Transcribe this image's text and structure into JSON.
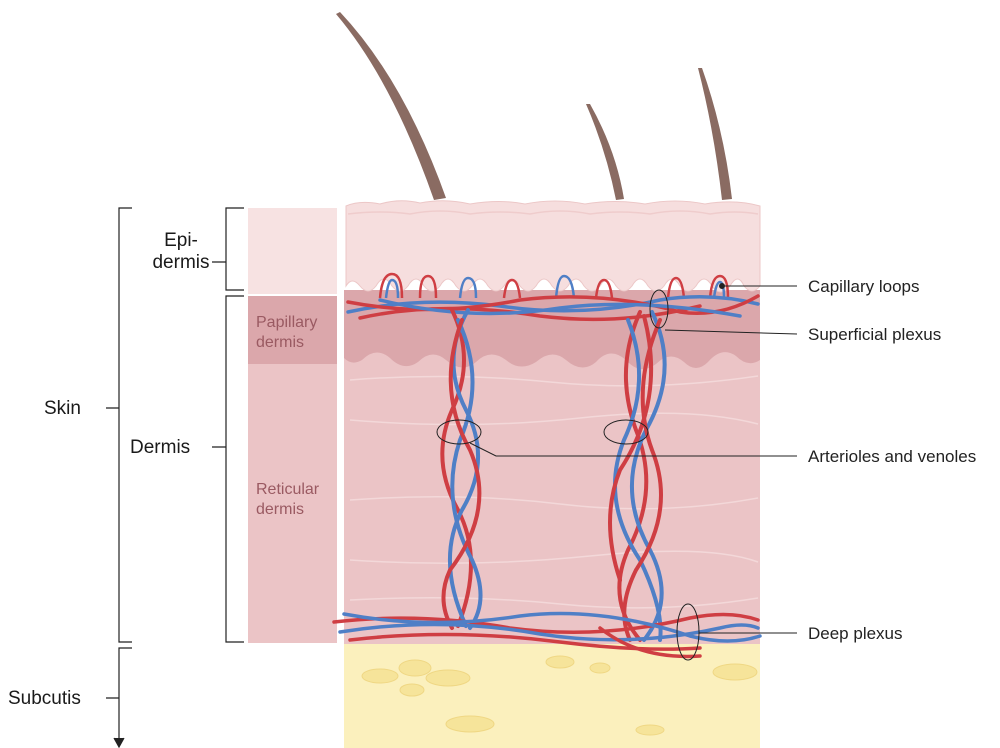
{
  "labels": {
    "epidermis_line1": "Epi-",
    "epidermis_line2": "dermis",
    "skin": "Skin",
    "dermis": "Dermis",
    "subcutis": "Subcutis",
    "papillary_line1": "Papillary",
    "papillary_line2": "dermis",
    "reticular_line1": "Reticular",
    "reticular_line2": "dermis"
  },
  "callouts": {
    "capillary_loops": "Capillary loops",
    "superficial_plexus": "Superficial plexus",
    "arterioles_venules": "Arterioles and venoles",
    "deep_plexus": "Deep plexus"
  },
  "colors": {
    "epidermis": "#f6dede",
    "papillary_dermis": "#dba7ab",
    "reticular_dermis": "#ebc4c6",
    "subcutis": "#fbf0bd",
    "fat_lobule": "#f6e49a",
    "hair": "#8a6b62",
    "artery": "#cf3e43",
    "vein": "#4f7fc6",
    "line": "#222222"
  },
  "icons": {
    "hair": "hair-shaft-icon",
    "fat": "fat-lobule-icon"
  }
}
